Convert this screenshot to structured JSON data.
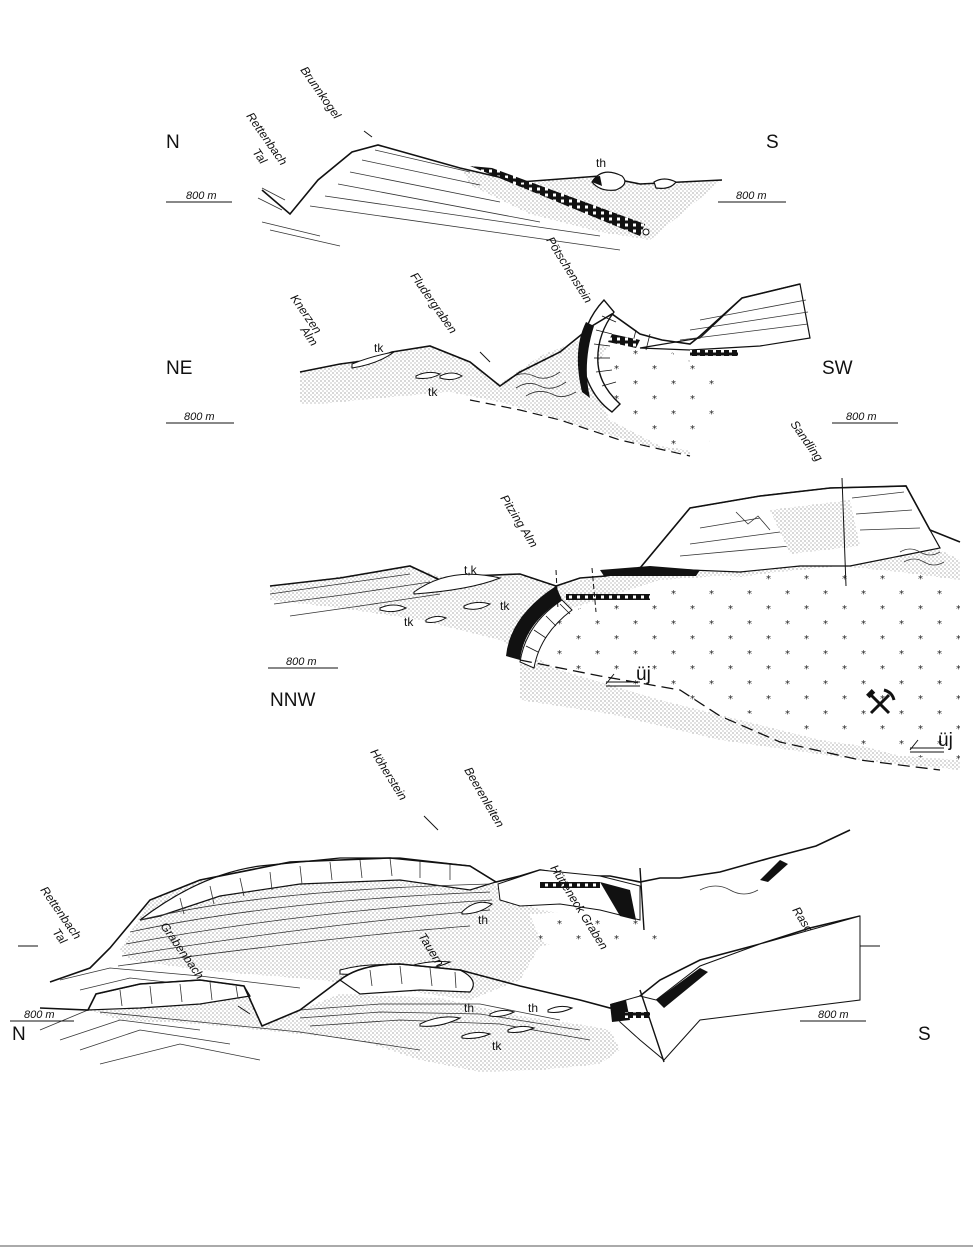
{
  "sections": [
    {
      "id": "section-1",
      "directions": [
        "N",
        "S"
      ],
      "scale": "800 m",
      "places": [
        "Brunnkogel",
        "Rettenbach",
        "Tal"
      ],
      "symbols": [
        "th"
      ]
    },
    {
      "id": "section-2",
      "directions": [
        "NE",
        "SW"
      ],
      "scale": "800 m",
      "places": [
        "Knerzen",
        "Alm",
        "Fludergraben",
        "Pötschenstein"
      ],
      "symbols": [
        "tk",
        "tk"
      ]
    },
    {
      "id": "section-3",
      "directions": [
        "NNW"
      ],
      "scale": "800 m",
      "places": [
        "Pitzing Alm",
        "Sandling"
      ],
      "symbols": [
        "t,k",
        "tk",
        "tk",
        "üj",
        "üj"
      ]
    },
    {
      "id": "section-4",
      "places": [
        "Höherstein",
        "Beerenleiten",
        "Rettenbach",
        "Tal",
        "Raschberg"
      ],
      "symbols": [
        "th",
        "tk"
      ]
    },
    {
      "id": "section-5",
      "directions": [
        "N",
        "S"
      ],
      "scale": "800 m",
      "places": [
        "Grabenbach",
        "Tauern",
        "Hütteneck Graben"
      ],
      "symbols": [
        "th",
        "th",
        "tk"
      ]
    }
  ],
  "icons": [
    "hammer-and-pick-icon"
  ]
}
